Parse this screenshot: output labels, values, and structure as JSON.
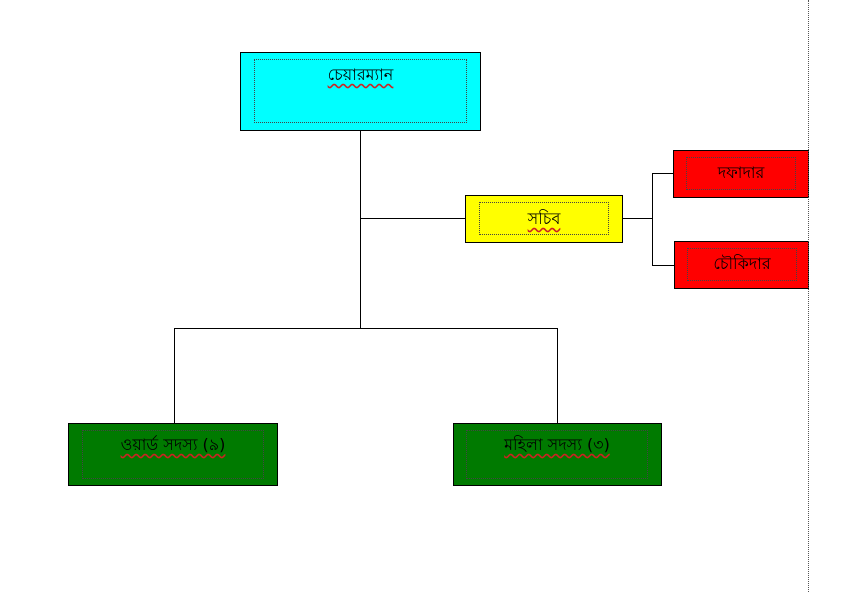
{
  "colors": {
    "chairman": "#00ffff",
    "secretary": "#ffff00",
    "staff": "#ff0000",
    "members": "#007a00",
    "connector": "#000000"
  },
  "chart": {
    "chairman": {
      "label": "চেয়ারম্যান"
    },
    "secretary": {
      "label": "সচিব"
    },
    "dafadar": {
      "label": "দফাদার"
    },
    "chowkidar": {
      "label": "চৌকিদার"
    },
    "ward_members": {
      "label": "ওয়ার্ড সদস্য (৯)"
    },
    "women_members": {
      "label": "মহিলা সদস্য (৩)"
    }
  }
}
